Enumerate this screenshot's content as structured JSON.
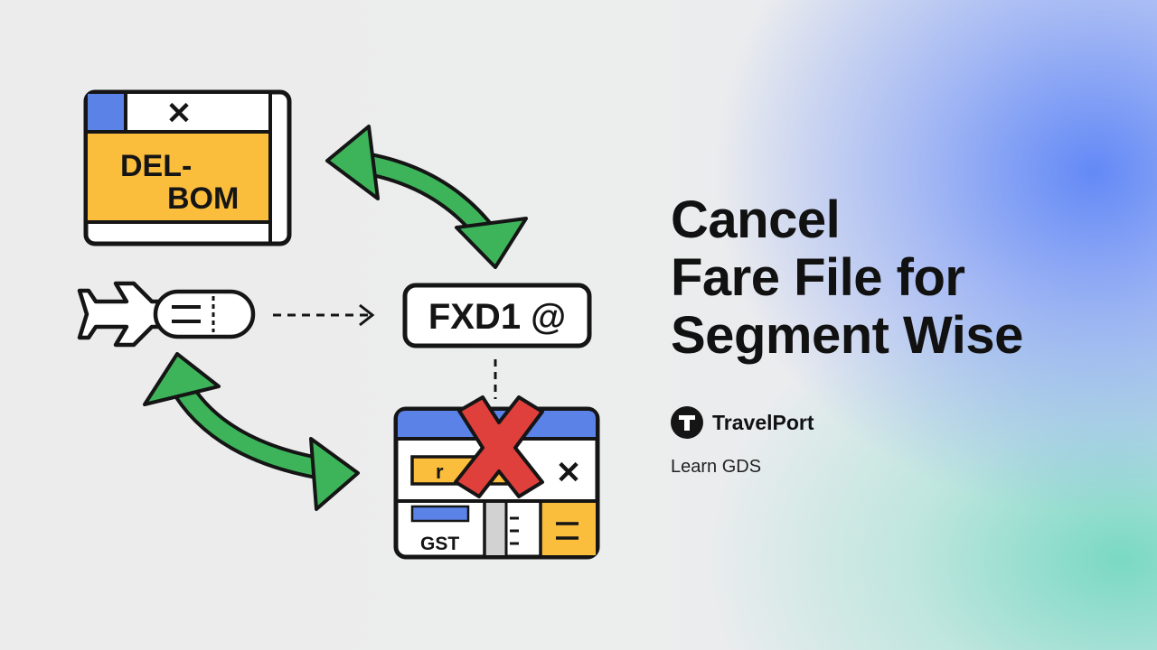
{
  "title": {
    "line1": "Cancel",
    "line2": "Fare File for",
    "line3": "Segment Wise"
  },
  "brand": {
    "name": "TravelPort",
    "logo_icon": "travelport-t-logo-icon"
  },
  "tagline": "Learn GDS",
  "diagram": {
    "route_card": {
      "line1": "DEL-",
      "line2": "BOM",
      "close_glyph": "✕"
    },
    "command_box": {
      "text": "FXD1 @"
    },
    "fare_panel": {
      "field_text": "r",
      "label": "GST",
      "close_glyph": "✕"
    }
  },
  "colors": {
    "blue": "#5b82e6",
    "yellow": "#fbbd3c",
    "green": "#3db45a",
    "red": "#e0403c",
    "outline": "#151515"
  }
}
